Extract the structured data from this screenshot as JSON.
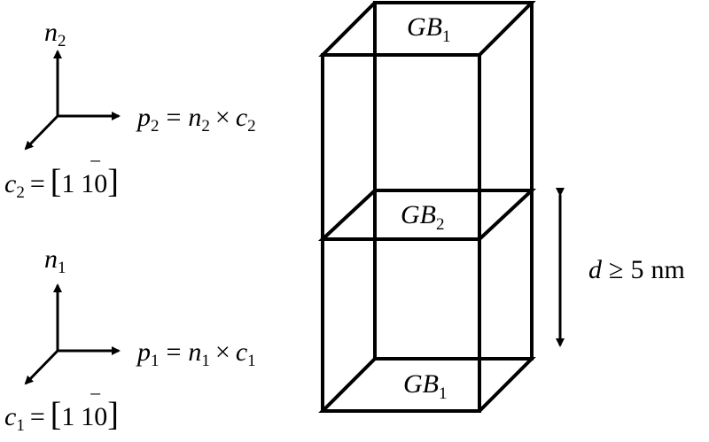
{
  "frames": {
    "upper": {
      "normal": {
        "symbol": "n",
        "index": "2"
      },
      "in_plane": {
        "symbol": "p",
        "index": "2",
        "equals": "=",
        "lhs_symbol": "n",
        "lhs_index": "2",
        "times": "×",
        "rhs_symbol": "c",
        "rhs_index": "2"
      },
      "direction": {
        "symbol": "c",
        "index": "2",
        "equals": "=",
        "open": "[",
        "d1": "1",
        "d2": "1",
        "d3": "0",
        "close": "]",
        "bar": "‾"
      }
    },
    "lower": {
      "normal": {
        "symbol": "n",
        "index": "1"
      },
      "in_plane": {
        "symbol": "p",
        "index": "1",
        "equals": "=",
        "lhs_symbol": "n",
        "lhs_index": "1",
        "times": "×",
        "rhs_symbol": "c",
        "rhs_index": "1"
      },
      "direction": {
        "symbol": "c",
        "index": "1",
        "equals": "=",
        "open": "[",
        "d1": "1",
        "d2": "1",
        "d3": "0",
        "close": "]",
        "bar": "‾"
      }
    }
  },
  "boundaries": {
    "top": {
      "symbol": "GB",
      "index": "1"
    },
    "middle": {
      "symbol": "GB",
      "index": "2"
    },
    "bottom": {
      "symbol": "GB",
      "index": "1"
    }
  },
  "spacing": {
    "symbol": "d",
    "relation": "≥",
    "value": "5",
    "unit": "nm"
  },
  "colors": {
    "line": "#000000",
    "background": "#ffffff"
  }
}
